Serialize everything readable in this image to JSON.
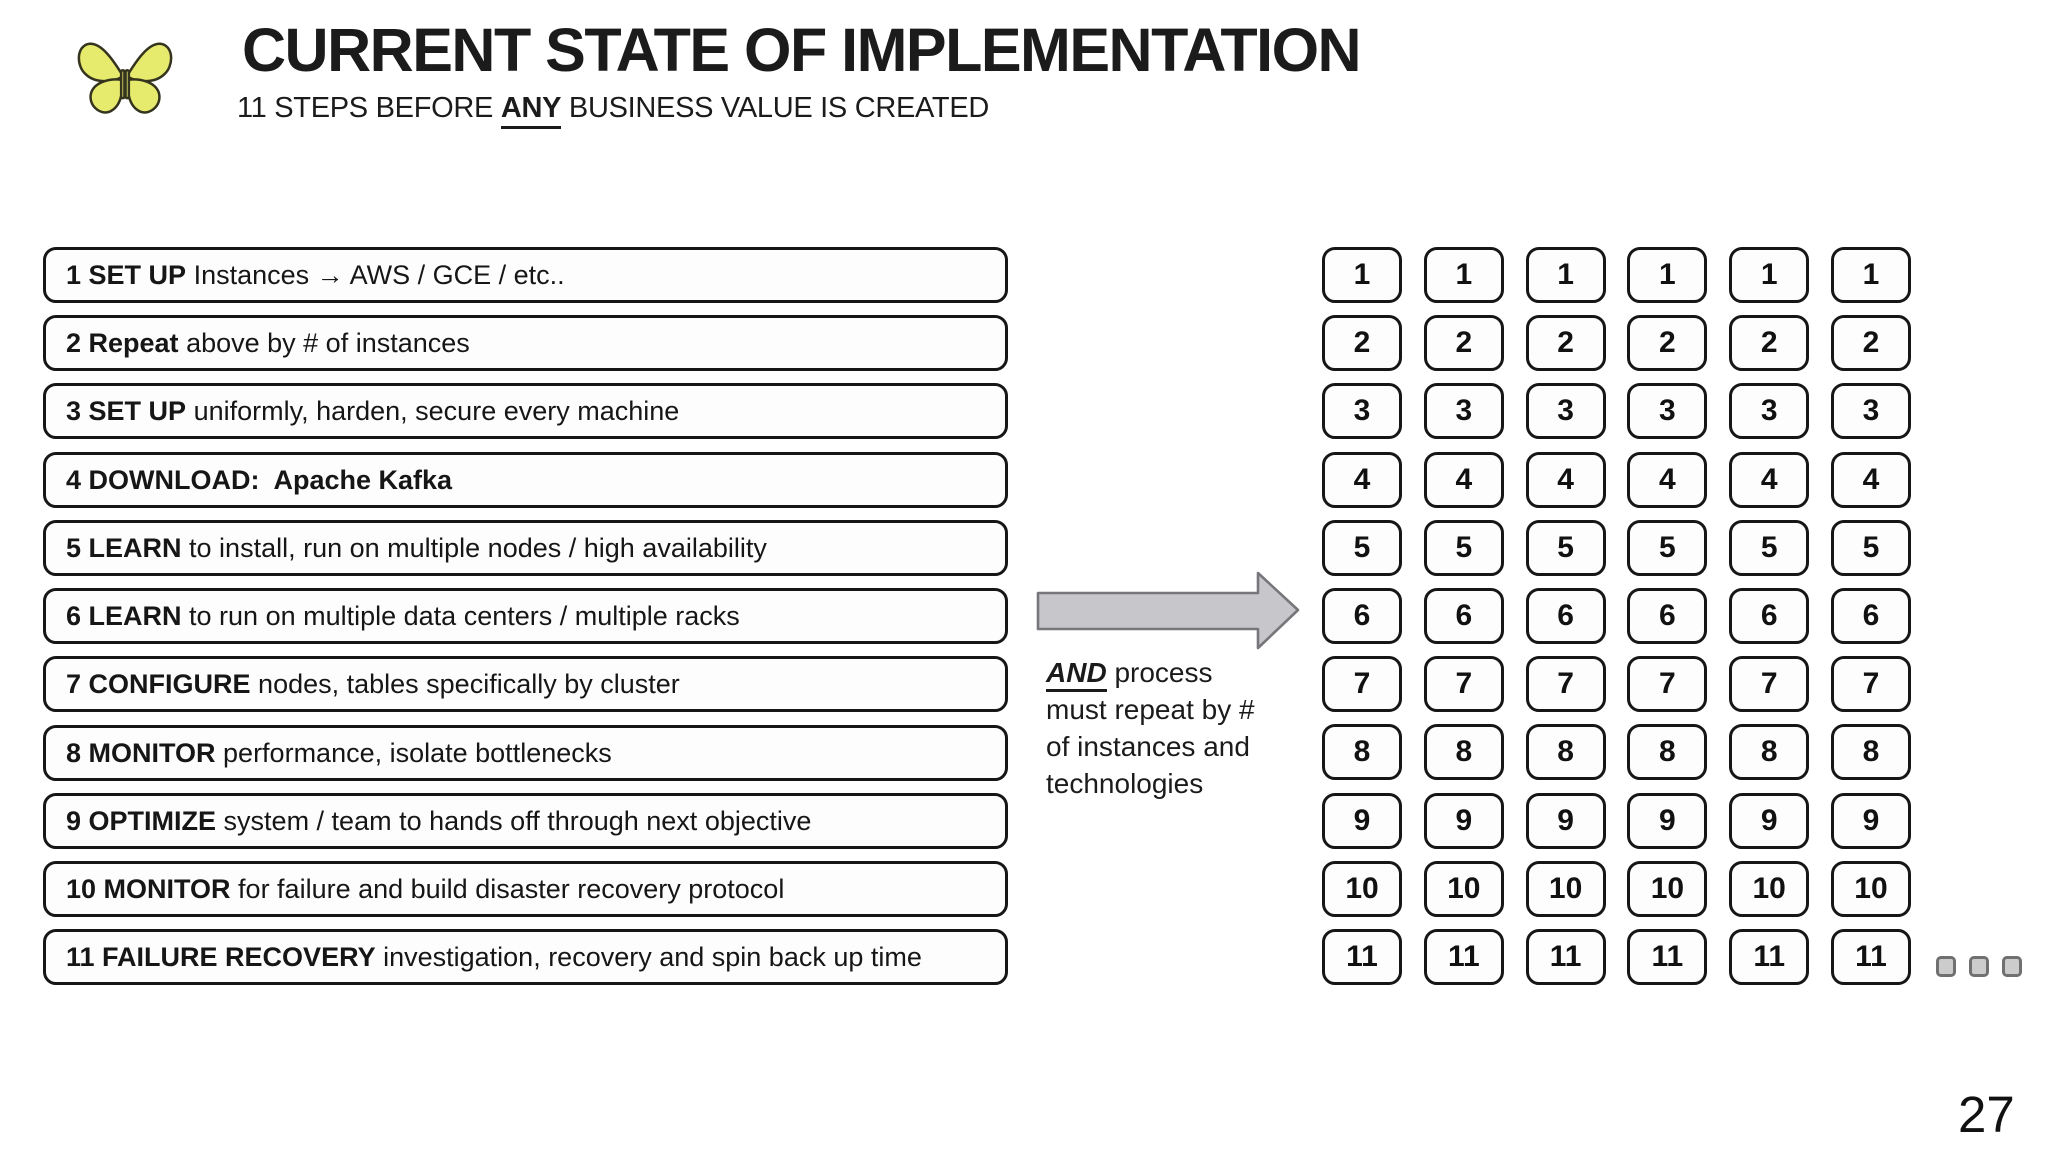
{
  "slide": {
    "title": "CURRENT STATE OF IMPLEMENTATION",
    "subtitle_prefix": "11 STEPS BEFORE ",
    "subtitle_emphasis": "ANY",
    "subtitle_suffix": " BUSINESS VALUE IS CREATED",
    "page_number": "27"
  },
  "logo": {
    "name": "butterfly-logo",
    "fill": "#e7eb6d",
    "stroke": "#35351f"
  },
  "steps": [
    {
      "bold": "1 SET UP",
      "rest": " Instances → AWS / GCE / etc.."
    },
    {
      "bold": "2 Repeat",
      "rest": " above by # of instances"
    },
    {
      "bold": "3 SET UP",
      "rest": " uniformly, harden, secure every machine"
    },
    {
      "bold": "4 DOWNLOAD:  Apache Kafka",
      "rest": ""
    },
    {
      "bold": "5 LEARN",
      "rest": " to install, run on multiple nodes / high availability"
    },
    {
      "bold": "6 LEARN",
      "rest": " to run on multiple data centers / multiple racks"
    },
    {
      "bold": "7 CONFIGURE",
      "rest": " nodes, tables specifically by cluster"
    },
    {
      "bold": "8 MONITOR",
      "rest": " performance, isolate bottlenecks"
    },
    {
      "bold": "9 OPTIMIZE",
      "rest": " system / team to hands off through next objective"
    },
    {
      "bold": "10 MONITOR",
      "rest": " for failure and build disaster recovery protocol"
    },
    {
      "bold": "11 FAILURE RECOVERY",
      "rest": " investigation, recovery and spin back up time"
    }
  ],
  "arrow_note": {
    "emphasis": "AND",
    "line1_rest": " process",
    "rest_lines": "must repeat by #\nof instances and\ntechnologies"
  },
  "grid": {
    "column_count": 6,
    "cell_values": [
      "1",
      "2",
      "3",
      "4",
      "5",
      "6",
      "7",
      "8",
      "9",
      "10",
      "11"
    ],
    "more_columns_indicator_dots": 3
  },
  "colors": {
    "arrow_fill": "#c7c7cb",
    "arrow_border": "#77777b",
    "dot_fill": "#cccccc",
    "dot_border": "#707070",
    "box_border": "#161616",
    "butterfly_fill": "#e7eb6d"
  }
}
